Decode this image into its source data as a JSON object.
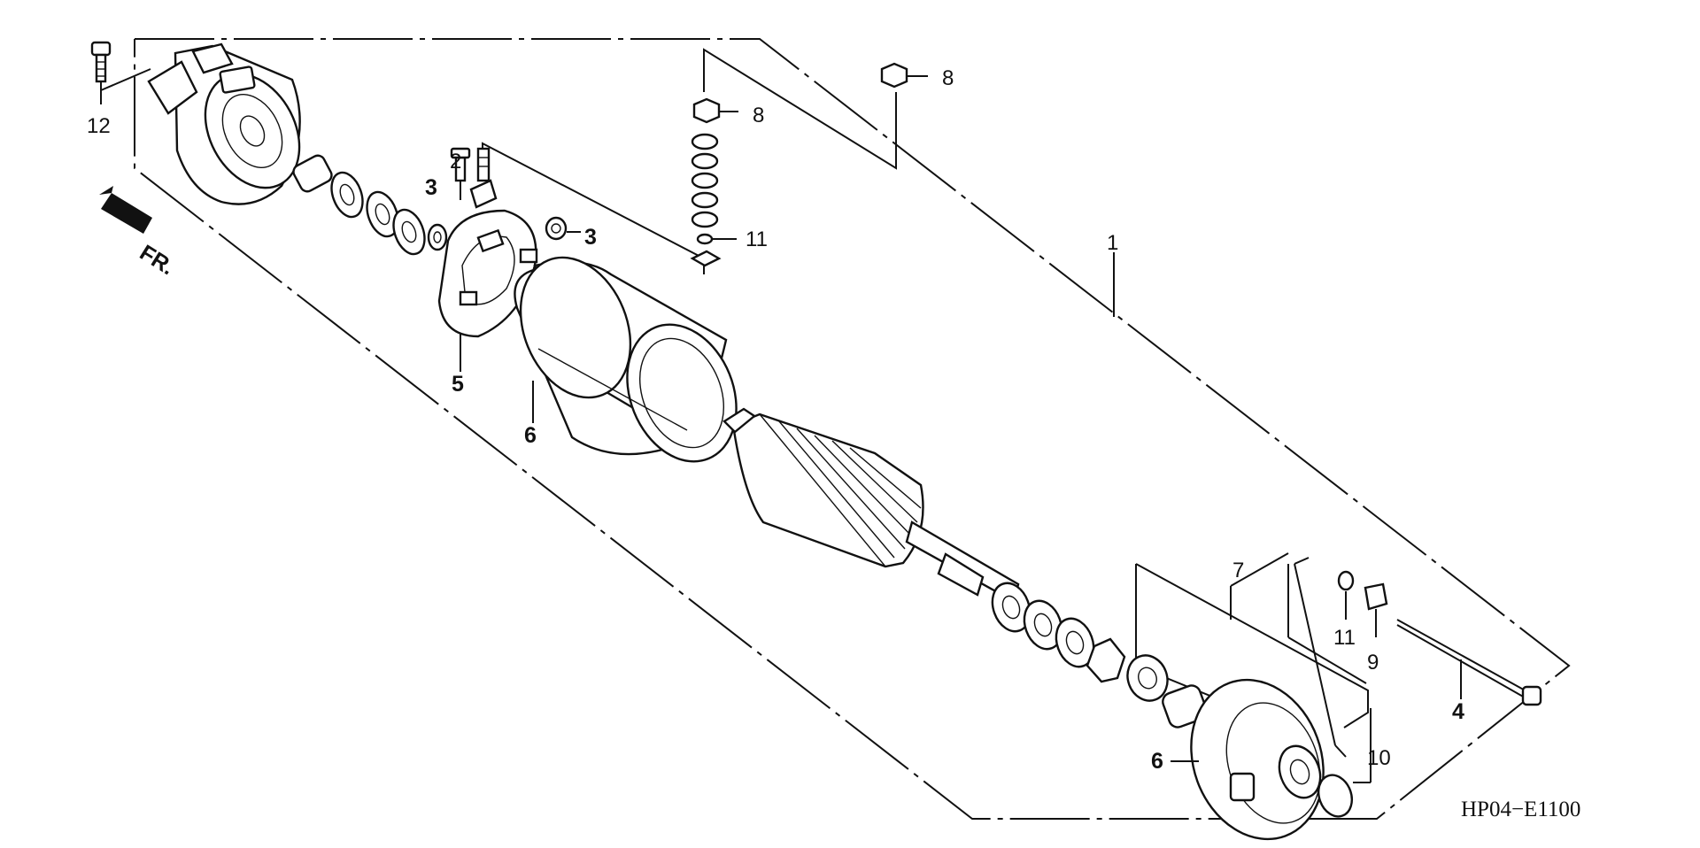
{
  "diagram": {
    "code": "HP04−E1100",
    "front_label": "FR.",
    "callouts": {
      "c1": "1",
      "c2": "2",
      "c3a": "3",
      "c3b": "3",
      "c4": "4",
      "c5": "5",
      "c6a": "6",
      "c6b": "6",
      "c7": "7",
      "c8a": "8",
      "c8b": "8",
      "c9": "9",
      "c10": "10",
      "c11a": "11",
      "c11b": "11",
      "c12": "12"
    }
  }
}
